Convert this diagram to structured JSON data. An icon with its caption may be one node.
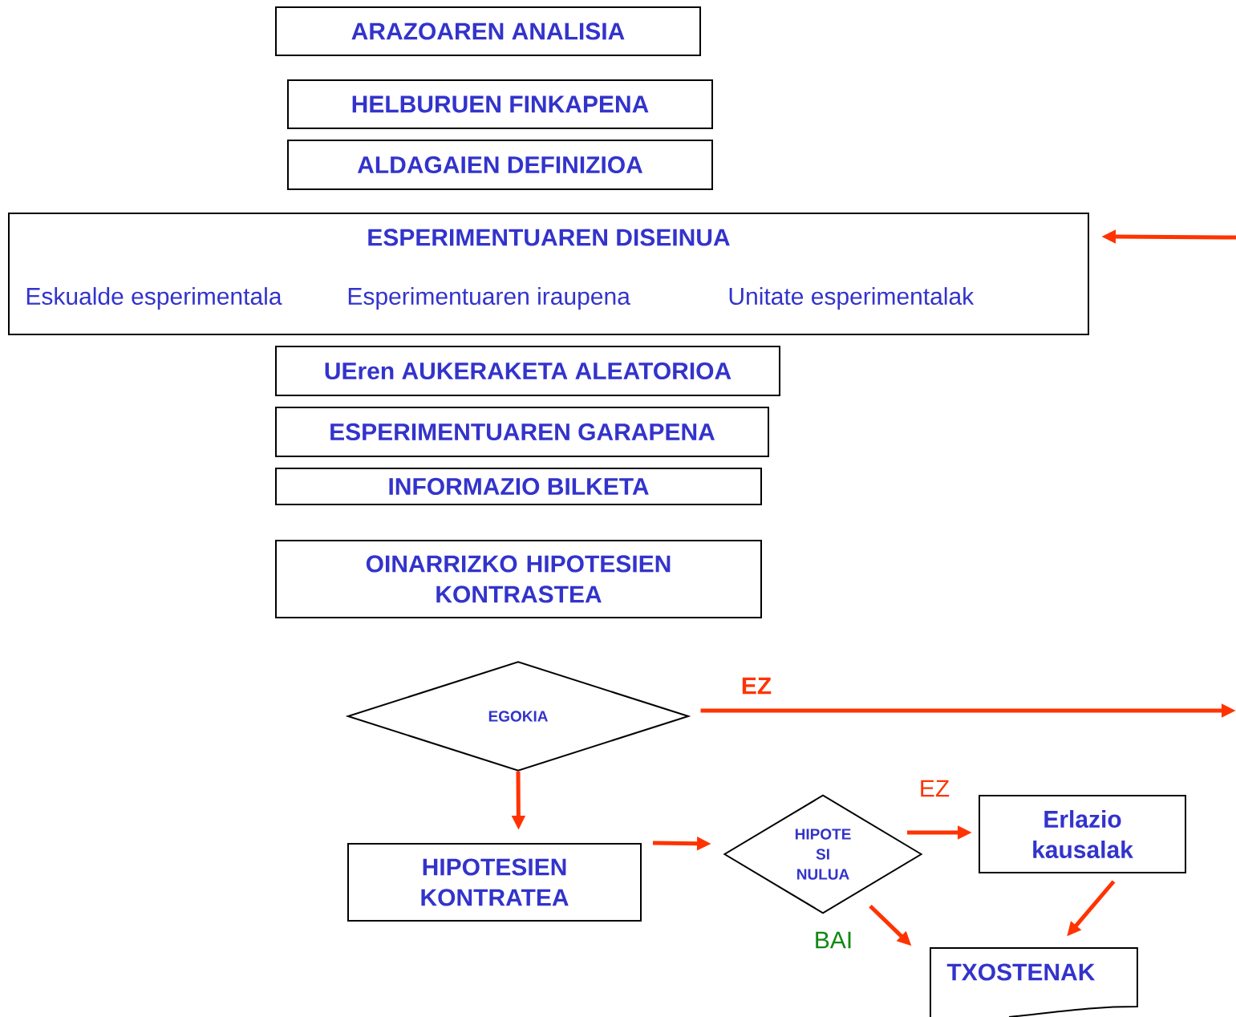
{
  "diagram": {
    "nodes": [
      {
        "text": [
          "ARAZOAREN ANALISIA"
        ]
      },
      {
        "text": [
          "HELBURUEN FINKAPENA"
        ]
      },
      {
        "text": [
          "ALDAGAIEN DEFINIZIOA"
        ]
      },
      {
        "text": [
          "ESPERIMENTUAREN DISEINUA",
          "Eskualde esperimentala",
          "Esperimentuaren iraupena",
          "Unitate esperimentalak"
        ]
      },
      {
        "text": [
          "UEren AUKERAKETA ALEATORIOA"
        ]
      },
      {
        "text": [
          "ESPERIMENTUAREN GARAPENA"
        ]
      },
      {
        "text": [
          "INFORMAZIO BILKETA"
        ]
      },
      {
        "text": [
          "OINARRIZKO HIPOTESIEN KONTRASTEA"
        ]
      },
      {
        "text": [
          "EGOKIA"
        ]
      },
      {
        "text": [
          "HIPOTESIEN KONTRATEA"
        ]
      },
      {
        "text": [
          "HIPOTE SI NULUA"
        ]
      },
      {
        "text": [
          "Erlazio kausalak"
        ]
      },
      {
        "text": [
          "TXOSTENAK"
        ]
      }
    ],
    "edges": [
      {
        "from": null,
        "to": 3,
        "arrow": "to"
      },
      {
        "from": 8,
        "to": null,
        "arrow": "to",
        "label": "EZ"
      },
      {
        "from": 8,
        "to": 9,
        "arrow": "to"
      },
      {
        "from": 9,
        "to": 10,
        "arrow": "to"
      },
      {
        "from": 10,
        "to": 11,
        "arrow": "to",
        "label": "EZ"
      },
      {
        "from": 10,
        "to": 12,
        "arrow": "to",
        "label": "BAI"
      },
      {
        "from": 11,
        "to": 12,
        "arrow": "to"
      }
    ]
  }
}
